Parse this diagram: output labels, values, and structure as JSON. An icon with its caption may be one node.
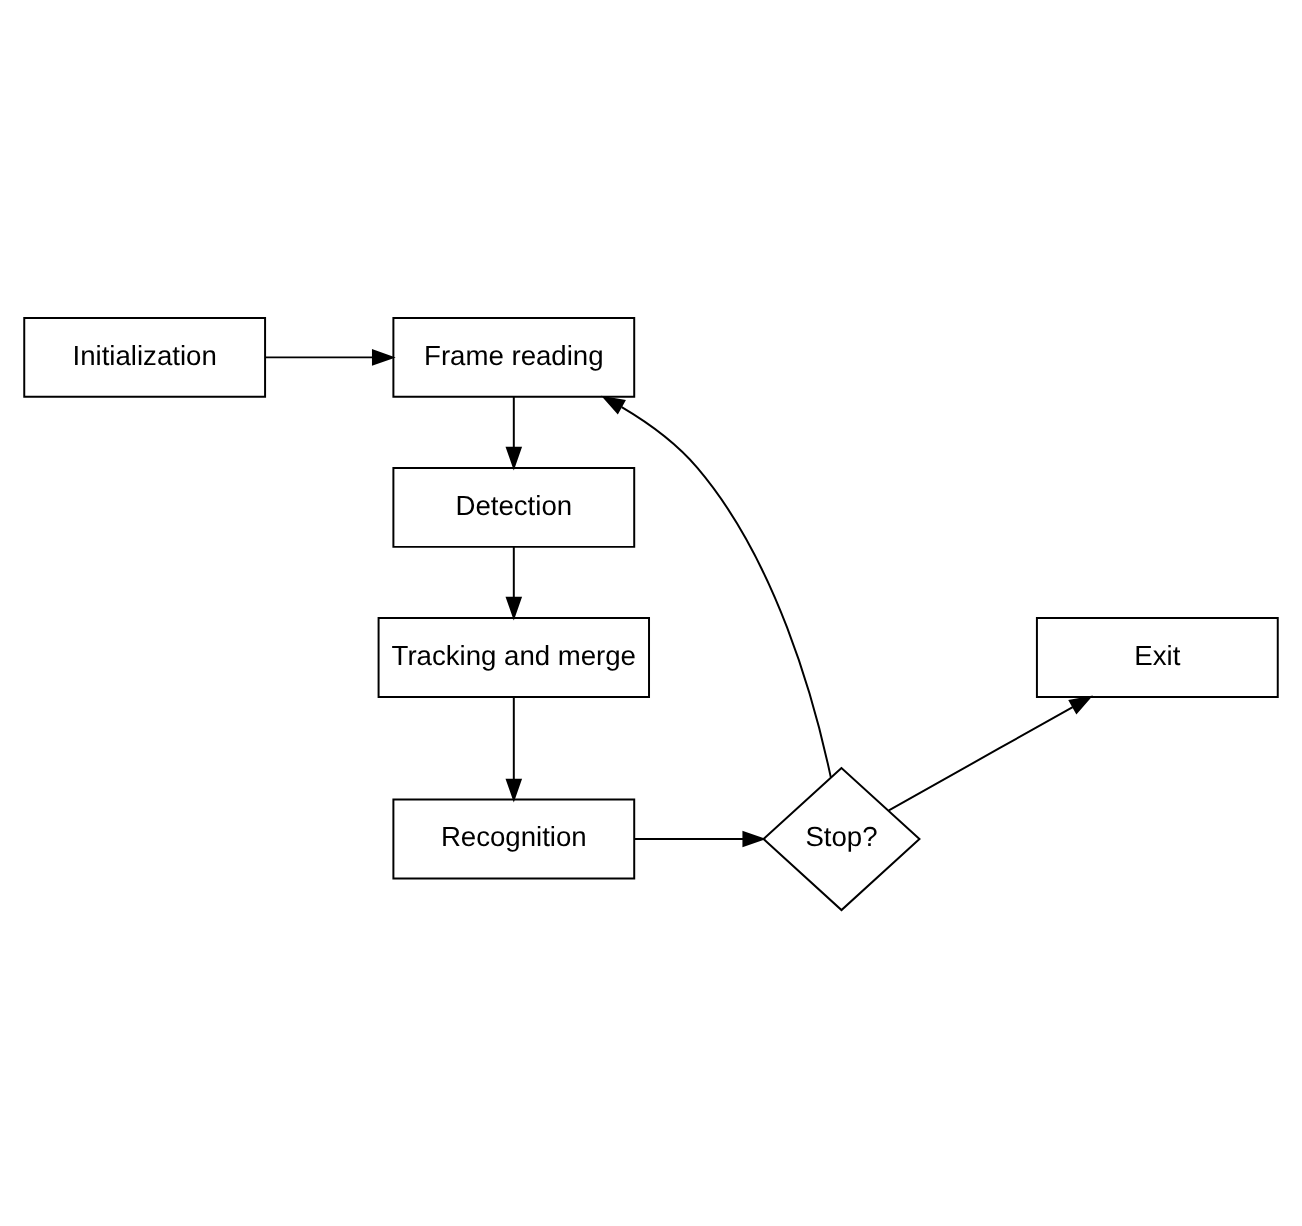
{
  "diagram": {
    "nodes": [
      {
        "text": [
          "Frame reading"
        ]
      },
      {
        "text": [
          "Initialization"
        ]
      },
      {
        "text": [
          "Detection"
        ]
      },
      {
        "text": [
          "Exit"
        ]
      },
      {
        "text": [
          "Tracking and merge"
        ]
      },
      {
        "text": [
          "Recognition"
        ]
      },
      {
        "text": [
          "Stop?"
        ]
      }
    ],
    "edges": [
      {
        "from": 1,
        "to": 0,
        "arrow": "to"
      },
      {
        "from": 0,
        "to": 2,
        "arrow": "to"
      },
      {
        "from": 2,
        "to": 4,
        "arrow": "to"
      },
      {
        "from": 4,
        "to": 5,
        "arrow": "to"
      },
      {
        "from": 5,
        "to": 6,
        "arrow": "to"
      },
      {
        "from": 6,
        "to": 3,
        "arrow": "to"
      },
      {
        "from": 6,
        "to": 0,
        "arrow": "to"
      }
    ]
  }
}
